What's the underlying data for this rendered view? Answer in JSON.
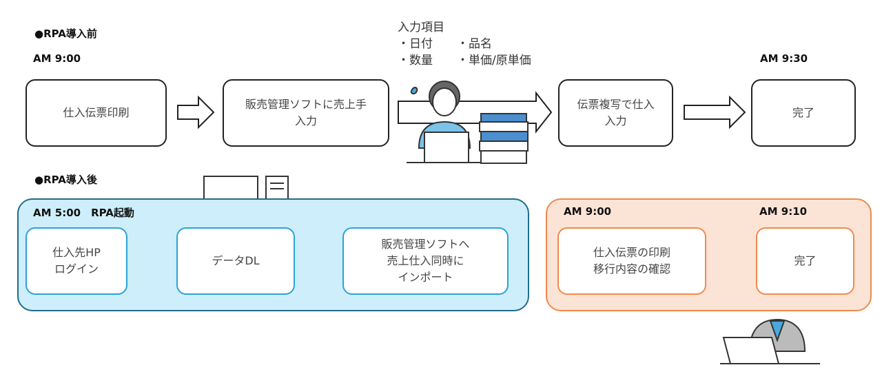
{
  "before": {
    "heading": "●RPA導入前",
    "start_time": "AM 9:00",
    "end_time": "AM 9:30",
    "steps": [
      "仕入伝票印刷",
      "販売管理ソフトに売上手\n入力",
      "伝票複写で仕入\n入力",
      "完了"
    ],
    "input_items": {
      "title": "入力項目",
      "items": [
        "・日付",
        "・品名",
        "・数量",
        "・単価/原単価"
      ]
    }
  },
  "after": {
    "heading": "●RPA導入後",
    "rpa_panel": {
      "label": "AM 5:00　RPA起動",
      "steps": [
        "仕入先HP\nログイン",
        "データDL",
        "販売管理ソフトへ\n売上仕入同時に\nインポート"
      ]
    },
    "manual_panel": {
      "start_time": "AM 9:00",
      "end_time": "AM 9:10",
      "steps": [
        "仕入伝票の印刷\n移行内容の確認",
        "完了"
      ]
    }
  },
  "colors": {
    "rpa_panel_bg": "#cdeefa",
    "rpa_border": "#2aa3d6",
    "manual_panel_bg": "#fbe3d6",
    "manual_border": "#f08a4b"
  }
}
